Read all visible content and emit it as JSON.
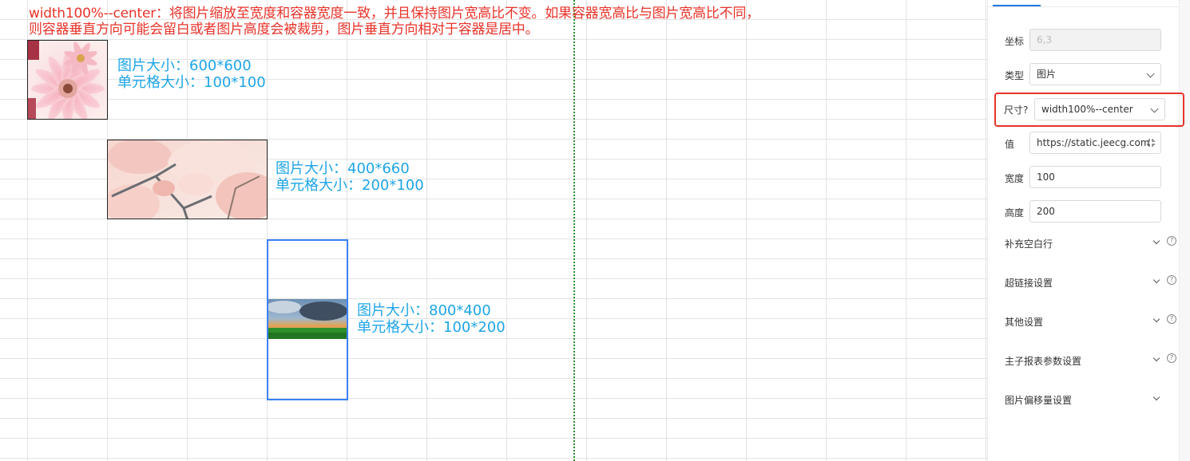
{
  "sheet": {
    "description_line1": "width100%--center：将图片缩放至宽度和容器宽度一致，并且保持图片宽高比不变。如果容器宽高比与图片宽高比不同，",
    "description_line2": "则容器垂直方向可能会留白或者图片高度会被裁剪，图片垂直方向相对于容器是居中。",
    "examples": [
      {
        "image_size": "图片大小：600*600",
        "cell_size": "单元格大小：100*100"
      },
      {
        "image_size": "图片大小：400*660",
        "cell_size": "单元格大小：200*100"
      },
      {
        "image_size": "图片大小：800*400",
        "cell_size": "单元格大小：100*200"
      }
    ]
  },
  "panel": {
    "coord_label": "坐标",
    "coord_value": "6,3",
    "type_label": "类型",
    "type_value": "图片",
    "size_label": "尺寸?",
    "size_value": "width100%--center",
    "value_label": "值",
    "value_value": "https://static.jeecg.com",
    "width_label": "宽度",
    "width_value": "100",
    "height_label": "高度",
    "height_value": "200",
    "sections": [
      {
        "label": "补充空白行",
        "help": true
      },
      {
        "label": "超链接设置",
        "help": true
      },
      {
        "label": "其他设置",
        "help": true
      },
      {
        "label": "主子报表参数设置",
        "help": true
      },
      {
        "label": "图片偏移量设置",
        "help": false
      }
    ]
  },
  "colors": {
    "accent": "#1f7ae0",
    "highlight": "#e8332a",
    "info_text": "#1ea5e6",
    "selection": "#3b82f6"
  }
}
